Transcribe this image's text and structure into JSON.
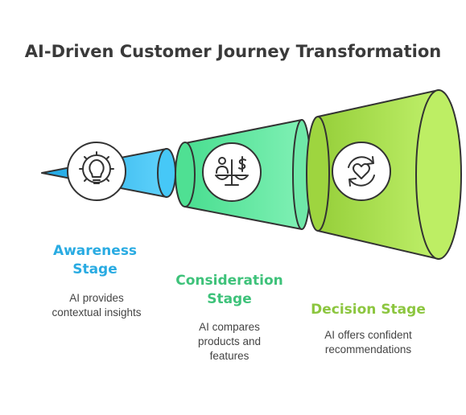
{
  "title": "AI-Driven Customer Journey Transformation",
  "stages": [
    {
      "title_line1": "Awareness",
      "title_line2": "Stage",
      "desc_line1": "AI provides",
      "desc_line2": "contextual insights",
      "icon": "gear-lightbulb-icon",
      "color": "#29abe2"
    },
    {
      "title_line1": "Consideration",
      "title_line2": "Stage",
      "desc_line1": "AI compares",
      "desc_line2": "products and",
      "desc_line3": "features",
      "icon": "scale-person-dollar-icon",
      "color": "#3ec27a"
    },
    {
      "title_line1": "Decision Stage",
      "desc_line1": "AI offers confident",
      "desc_line2": "recommendations",
      "icon": "heart-cycle-icon",
      "color": "#8cc63f"
    }
  ]
}
